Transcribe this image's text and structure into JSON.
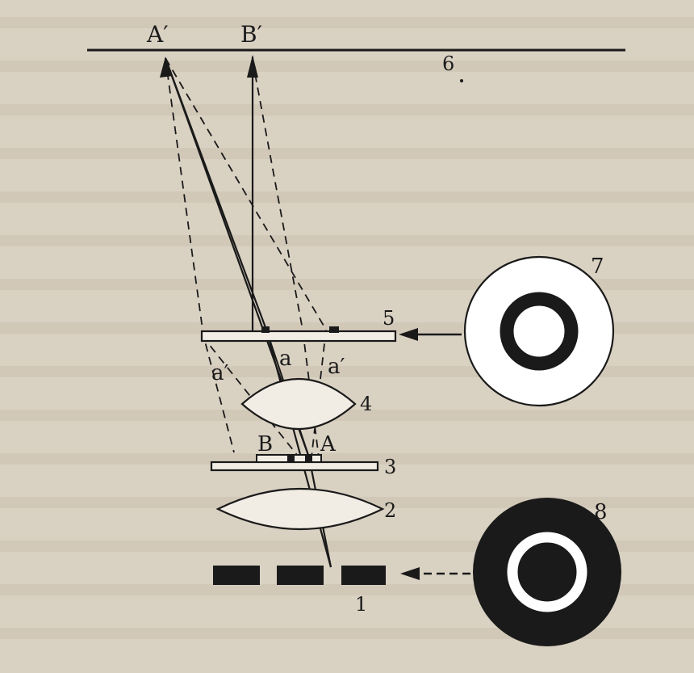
{
  "labels": {
    "image_A": "A′",
    "image_B": "B′",
    "object_A": "A",
    "object_B": "B",
    "ray_a_left": "a′",
    "ray_a_center": "a",
    "ray_a_right": "a′",
    "n1": "1",
    "n2": "2",
    "n3": "3",
    "n4": "4",
    "n5": "5",
    "n6": "6",
    "n7": "7",
    "n8": "8"
  },
  "colors": {
    "paper": "#d9d1c2",
    "ink": "#1a1a1a",
    "ring_fill": "#ffffff"
  }
}
